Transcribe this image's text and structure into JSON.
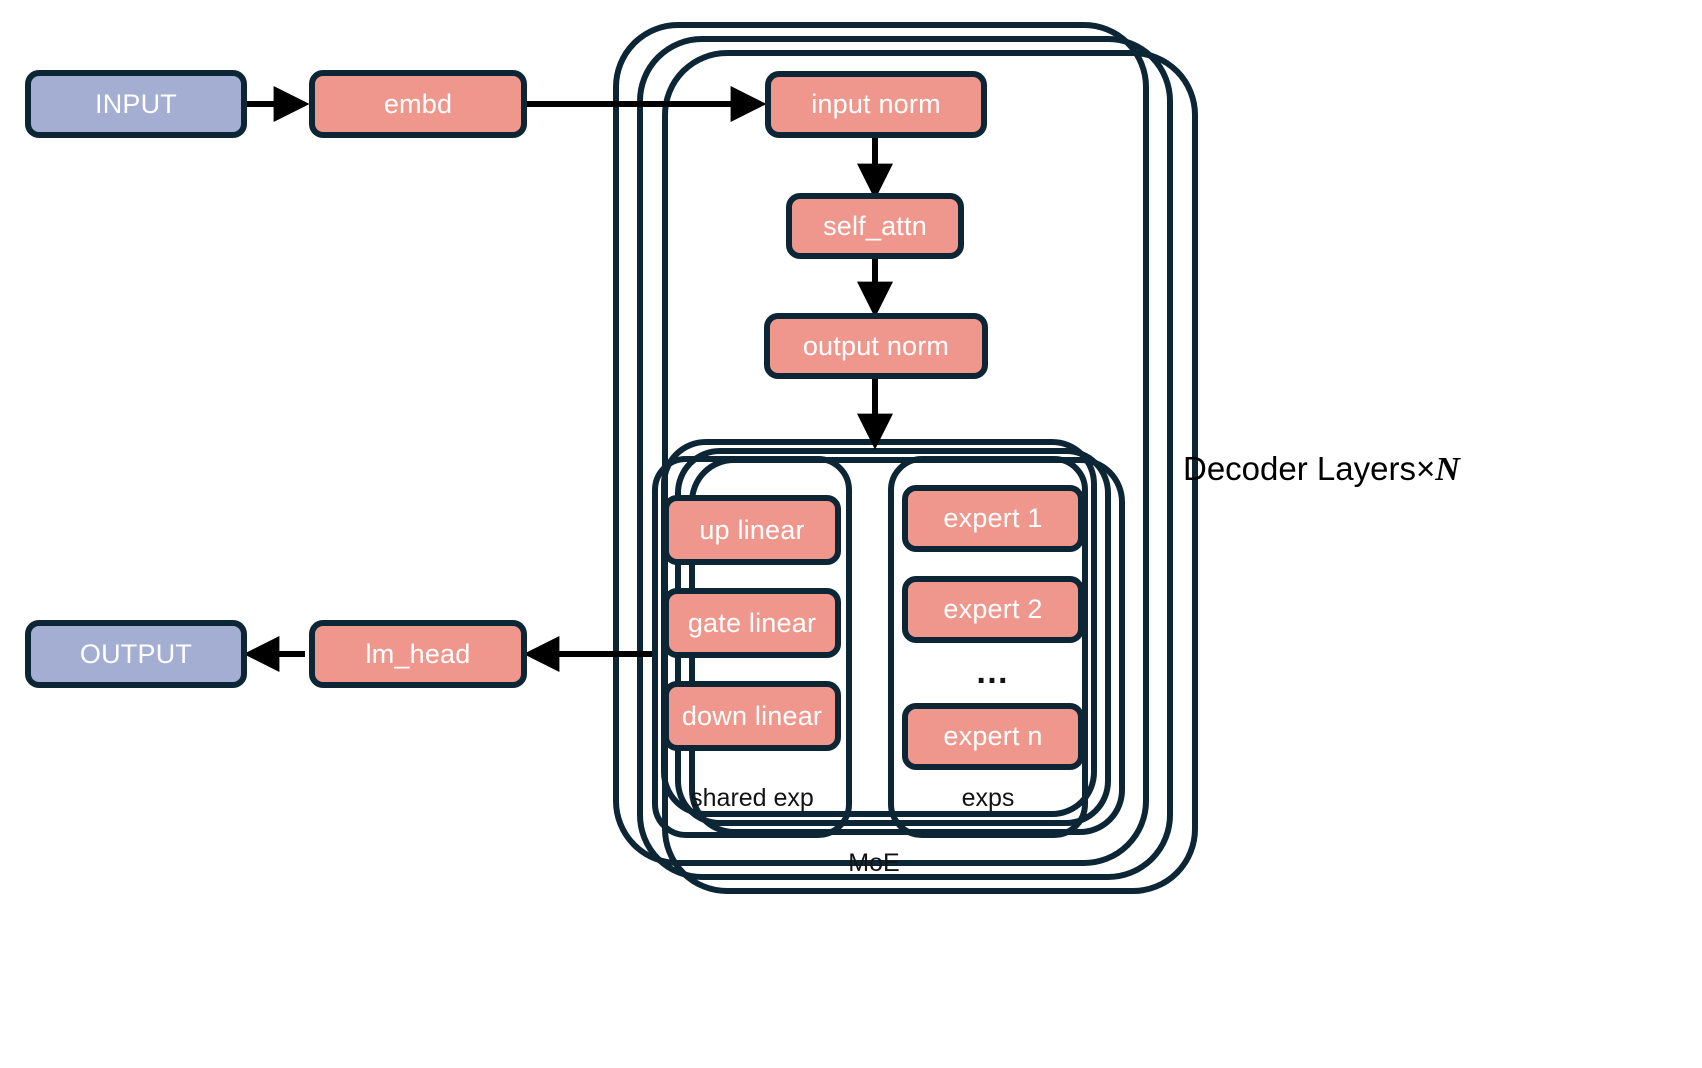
{
  "diagram": {
    "title_caption": "Decoder Layers×",
    "caption_suffix": "N",
    "colors": {
      "stroke": "#0d2635",
      "salmon": "#ef978c",
      "blue": "#a3aed2",
      "text_on_node": "#ffffff",
      "label_text": "#131313",
      "background": "#ffffff"
    },
    "nodes": {
      "input": "INPUT",
      "embd": "embd",
      "input_norm": "input norm",
      "self_attn": "self_attn",
      "output_norm": "output norm",
      "up_linear": "up linear",
      "gate_linear": "gate linear",
      "down_linear": "down linear",
      "expert_1": "expert 1",
      "expert_2": "expert 2",
      "expert_ellipsis": "…",
      "expert_n": "expert n",
      "lm_head": "lm_head",
      "output": "OUTPUT"
    },
    "group_labels": {
      "shared_exp": "shared exp",
      "exps": "exps",
      "moe": "MoE"
    },
    "edges": [
      {
        "from": "INPUT",
        "to": "embd"
      },
      {
        "from": "embd",
        "to": "input norm"
      },
      {
        "from": "input norm",
        "to": "self_attn"
      },
      {
        "from": "self_attn",
        "to": "output norm"
      },
      {
        "from": "output norm",
        "to": "MoE"
      },
      {
        "from": "Decoder Layers",
        "to": "lm_head"
      },
      {
        "from": "lm_head",
        "to": "OUTPUT"
      }
    ]
  }
}
